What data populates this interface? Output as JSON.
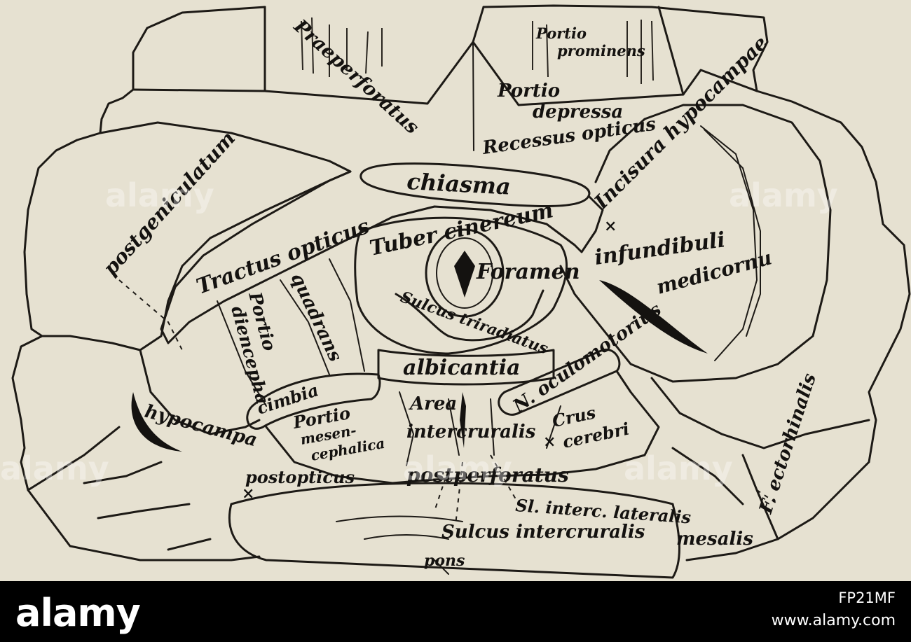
{
  "diagram": {
    "labels": {
      "praeperforatus": "Praeperforatus",
      "portio_prominens_1": "Portio",
      "portio_prominens_2": "prominens",
      "portio_depressa_1": "Portio",
      "portio_depressa_2": "depressa",
      "recessus_opticus": "Recessus opticus",
      "incisura_hypocampae": "Incisura hypocampae",
      "postgeniculatum": "postgeniculatum",
      "chiasma": "chiasma",
      "tractus_opticus": "Tractus opticus",
      "tuber_cinereum": "Tuber cinereum",
      "foramen": "Foramen",
      "infundibuli": "infundibuli",
      "medicornu": "medicornu",
      "quadrans": "quadrans",
      "portio_diencephalica_1": "Portio",
      "portio_diencephalica_2": "diencepha",
      "sulcus_triradiatus": "Sulcus triradiatus",
      "oculomotorius": "N. oculomotorius",
      "albicantia": "albicantia",
      "cimbia": "cimbia",
      "hypocampa": "hypocampa",
      "portio_mesencephalica_1": "Portio",
      "portio_mesencephalica_2": "mesen-",
      "portio_mesencephalica_3": "cephalica",
      "area": "Area",
      "intercruralis": "intercruralis",
      "crus_1": "Crus",
      "crus_2": "cerebri",
      "ectorhinalis": "F. ectorhinalis",
      "postopticus": "postopticus",
      "postperforatus": "postperforatus",
      "sl_intercrura_lateralis": "Sl. interc. lateralis",
      "sulcus_intercruralis_mesalis_1": "Sulcus intercruralis",
      "sulcus_intercruralis_mesalis_2": "mesalis",
      "pons": "pons",
      "cross_marker": "×"
    }
  },
  "watermark": {
    "text": "alamy"
  },
  "footer": {
    "logo": "alamy",
    "image_id": "FP21MF",
    "site": "www.alamy.com"
  }
}
